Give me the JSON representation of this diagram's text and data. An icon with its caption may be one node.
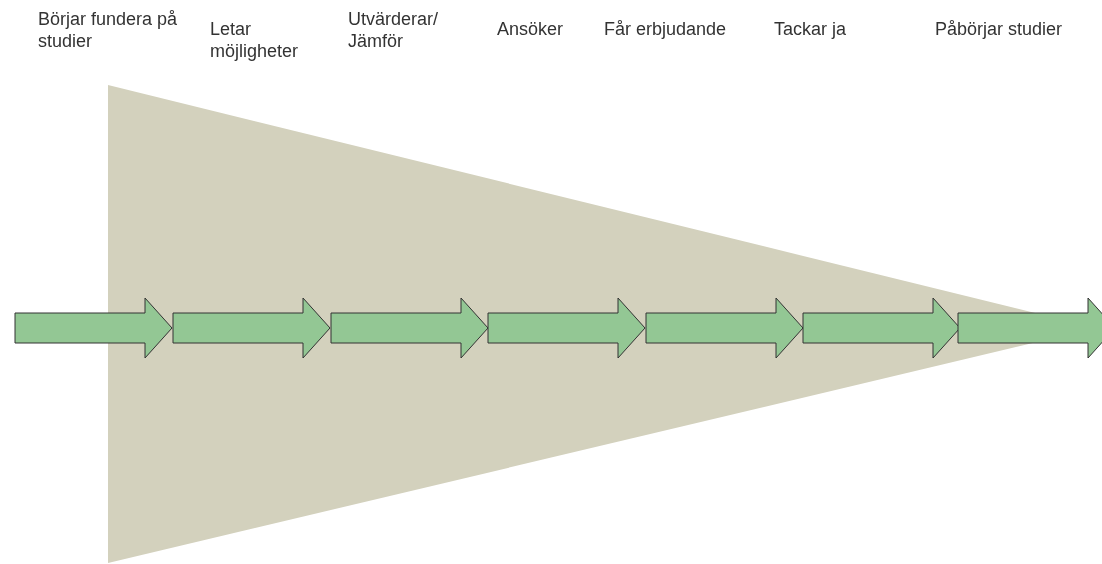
{
  "diagram": {
    "labels": [
      "Börjar fundera på studier",
      "Letar möjligheter",
      "Utvärderar/ Jämför",
      "Ansöker",
      "Får erbjudande",
      "Tackar ja",
      "Påbörjar studier"
    ]
  }
}
